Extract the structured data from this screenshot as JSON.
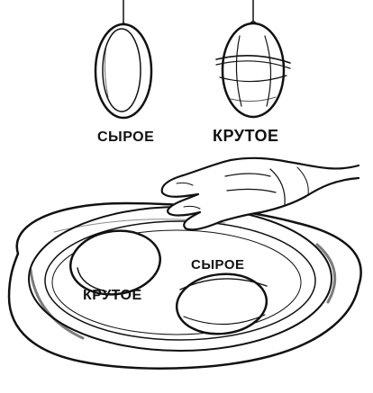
{
  "labels": {
    "raw_top": "СЫРОЕ",
    "boiled_top": "КРУТОЕ",
    "raw_plate": "СЫРОЕ",
    "boiled_plate": "КРУТОЕ"
  },
  "illustration": {
    "ink_color": "#111111",
    "background": "#ffffff"
  }
}
